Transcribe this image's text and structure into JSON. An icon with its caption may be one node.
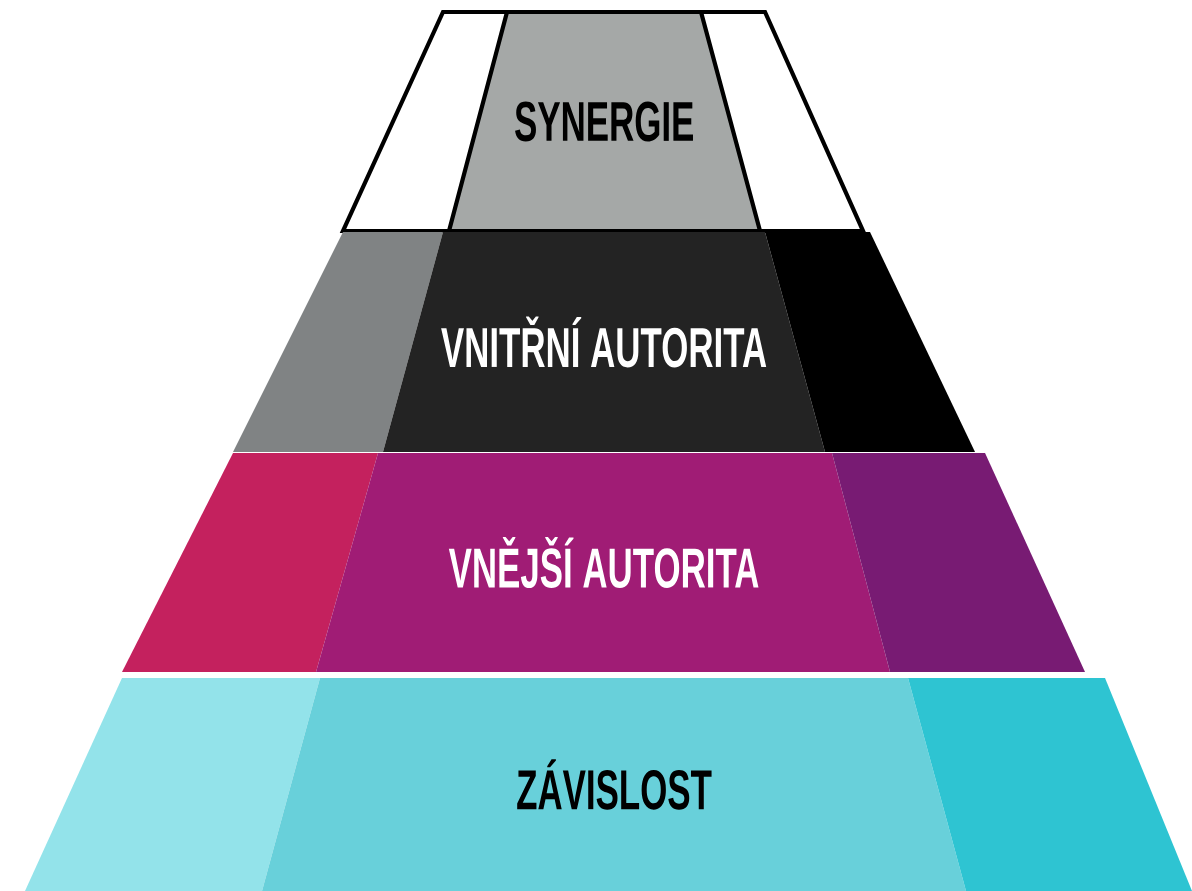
{
  "diagram": {
    "nodes": [
      {
        "text": [
          "SYNERGIE"
        ]
      },
      {
        "text": [
          "VNITŘNÍ AUTORITA"
        ]
      },
      {
        "text": [
          "VNĚJŠÍ AUTORITA"
        ]
      },
      {
        "text": [
          "ZÁVISLOST"
        ]
      }
    ]
  }
}
